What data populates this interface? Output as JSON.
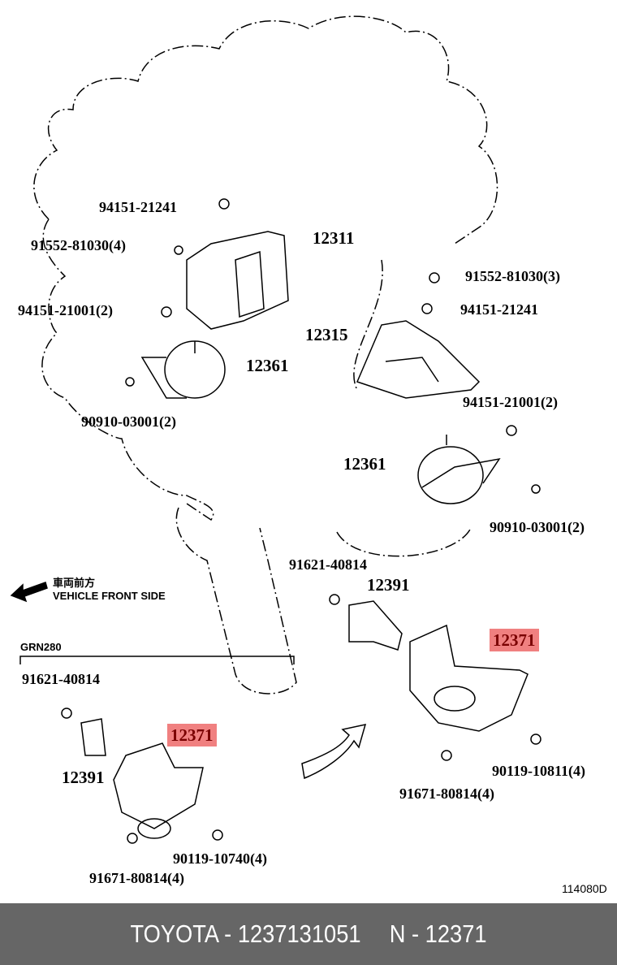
{
  "diagram": {
    "labels": [
      {
        "id": "p1",
        "text": "94151-21241"
      },
      {
        "id": "p2",
        "text": "91552-81030(4)"
      },
      {
        "id": "p3",
        "text": "12311"
      },
      {
        "id": "p4",
        "text": "94151-21001(2)"
      },
      {
        "id": "p5",
        "text": "12361"
      },
      {
        "id": "p6",
        "text": "90910-03001(2)"
      },
      {
        "id": "p7",
        "text": "91552-81030(3)"
      },
      {
        "id": "p8",
        "text": "94151-21241"
      },
      {
        "id": "p9",
        "text": "12315"
      },
      {
        "id": "p10",
        "text": "94151-21001(2)"
      },
      {
        "id": "p11",
        "text": "12361"
      },
      {
        "id": "p12",
        "text": "90910-03001(2)"
      },
      {
        "id": "p13",
        "text": "91621-40814"
      },
      {
        "id": "p14",
        "text": "12391"
      },
      {
        "id": "p15",
        "text": "12371"
      },
      {
        "id": "p16",
        "text": "91621-40814"
      },
      {
        "id": "p17",
        "text": "12371"
      },
      {
        "id": "p18",
        "text": "12391"
      },
      {
        "id": "p19",
        "text": "90119-10811(4)"
      },
      {
        "id": "p20",
        "text": "91671-80814(4)"
      },
      {
        "id": "p21",
        "text": "90119-10740(4)"
      },
      {
        "id": "p22",
        "text": "91671-80814(4)"
      }
    ],
    "front_jp": "車両前方",
    "front_en": "VEHICLE FRONT SIDE",
    "variant": "GRN280",
    "drawing_code": "114080D",
    "highlight_color": "#f08080"
  },
  "footer": {
    "brand_part": "TOYOTA - 1237131051",
    "ref": "N - 12371"
  }
}
